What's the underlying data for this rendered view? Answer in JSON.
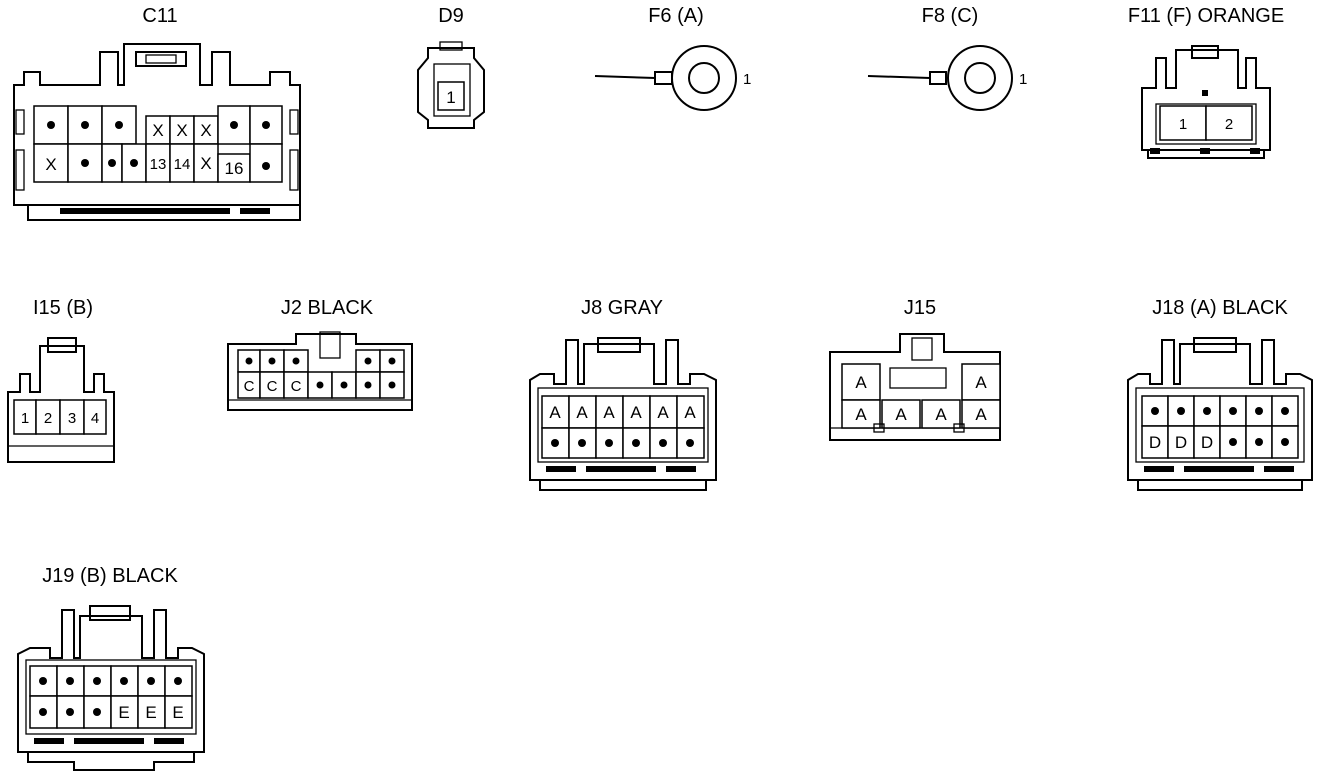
{
  "connectors": {
    "c11": {
      "label": "C11",
      "pins": [
        "X",
        "X",
        "X",
        "X",
        "13",
        "14",
        "X",
        "16"
      ]
    },
    "d9": {
      "label": "D9",
      "pins": [
        "1"
      ]
    },
    "f6": {
      "label": "F6 (A)",
      "terminal": "1"
    },
    "f8": {
      "label": "F8 (C)",
      "terminal": "1"
    },
    "f11": {
      "label": "F11 (F)  ORANGE",
      "pins": [
        "1",
        "2"
      ]
    },
    "i15": {
      "label": "I15 (B)",
      "pins": [
        "1",
        "2",
        "3",
        "4"
      ]
    },
    "j2": {
      "label": "J2  BLACK",
      "pins": [
        "C",
        "C",
        "C"
      ]
    },
    "j8": {
      "label": "J8  GRAY",
      "pins": [
        "A",
        "A",
        "A",
        "A",
        "A",
        "A"
      ]
    },
    "j15": {
      "label": "J15",
      "pins": [
        "A",
        "A",
        "A",
        "A",
        "A",
        "A"
      ]
    },
    "j18": {
      "label": "J18 (A)  BLACK",
      "pins": [
        "D",
        "D",
        "D"
      ]
    },
    "j19": {
      "label": "J19 (B)  BLACK",
      "pins": [
        "E",
        "E",
        "E"
      ]
    }
  }
}
